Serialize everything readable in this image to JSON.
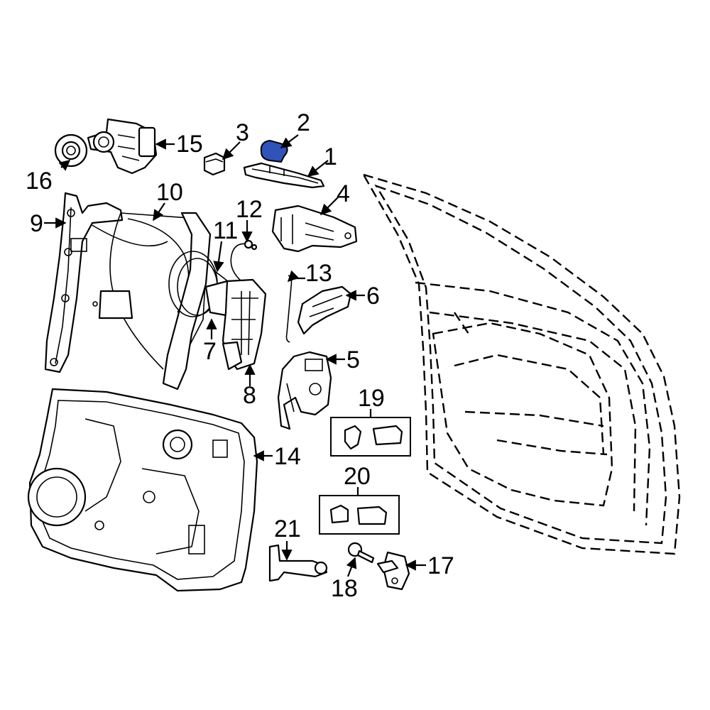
{
  "diagram": {
    "highlight_color": "#2f53b8",
    "callouts": {
      "c1": "1",
      "c2": "2",
      "c3": "3",
      "c4": "4",
      "c5": "5",
      "c6": "6",
      "c7": "7",
      "c8": "8",
      "c9": "9",
      "c10": "10",
      "c11": "11",
      "c12": "12",
      "c13": "13",
      "c14": "14",
      "c15": "15",
      "c16": "16",
      "c17": "17",
      "c18": "18",
      "c19": "19",
      "c20": "20",
      "c21": "21"
    }
  }
}
